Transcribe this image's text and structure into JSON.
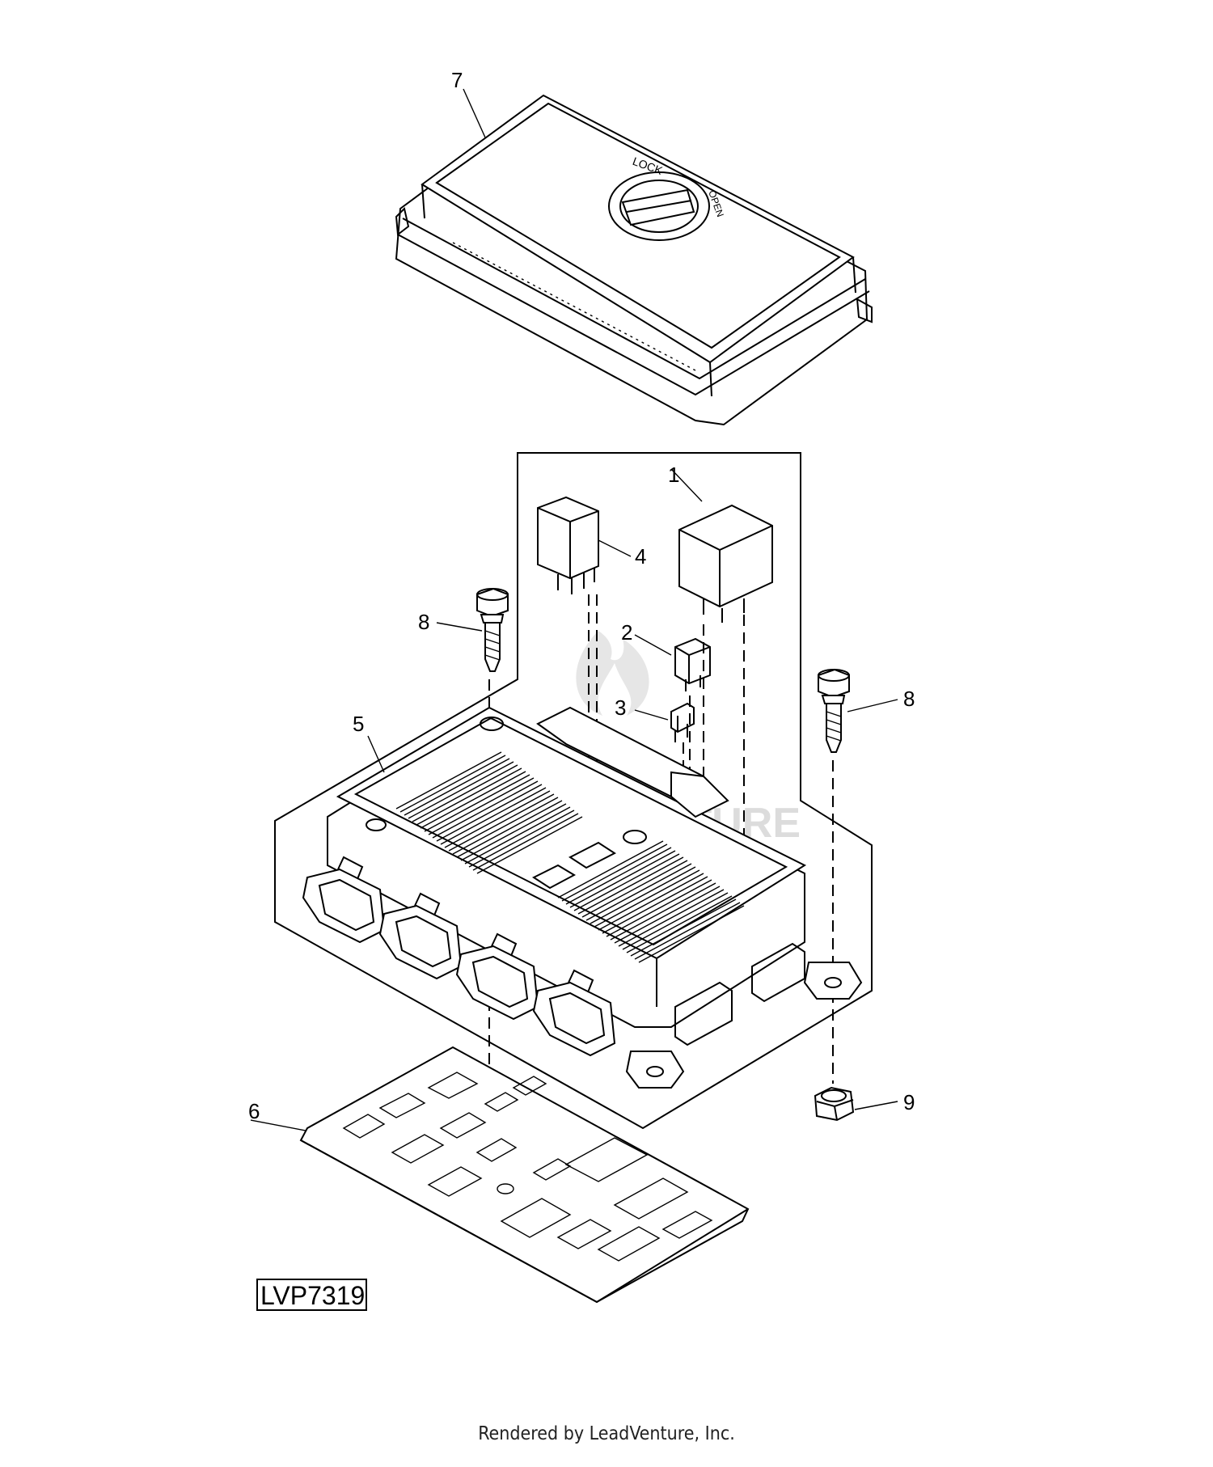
{
  "figure_id": "LVP7319",
  "footer_text": "Rendered by LeadVenture, Inc.",
  "watermark_text": "LEADVENTURE",
  "callouts": {
    "c1": "1",
    "c2": "2",
    "c3": "3",
    "c4": "4",
    "c5": "5",
    "c6": "6",
    "c7": "7",
    "c8a": "8",
    "c8b": "8",
    "c9": "9"
  }
}
